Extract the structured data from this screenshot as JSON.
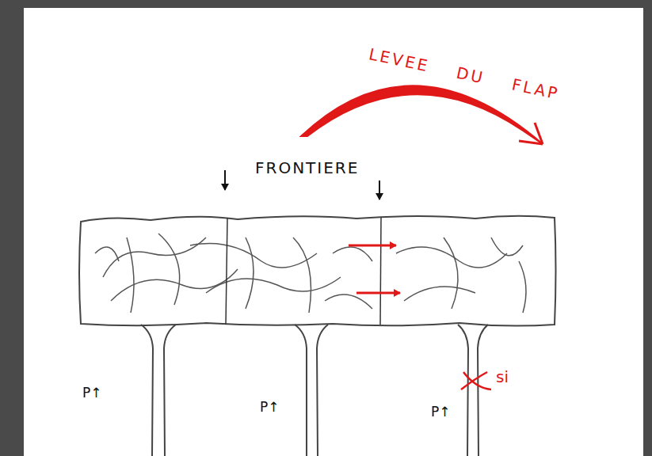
{
  "diagram": {
    "labels": [
      "LEVEE DU FLAP",
      "FRONTIERE",
      "P↑",
      "P↑",
      "P↑",
      "si"
    ]
  }
}
